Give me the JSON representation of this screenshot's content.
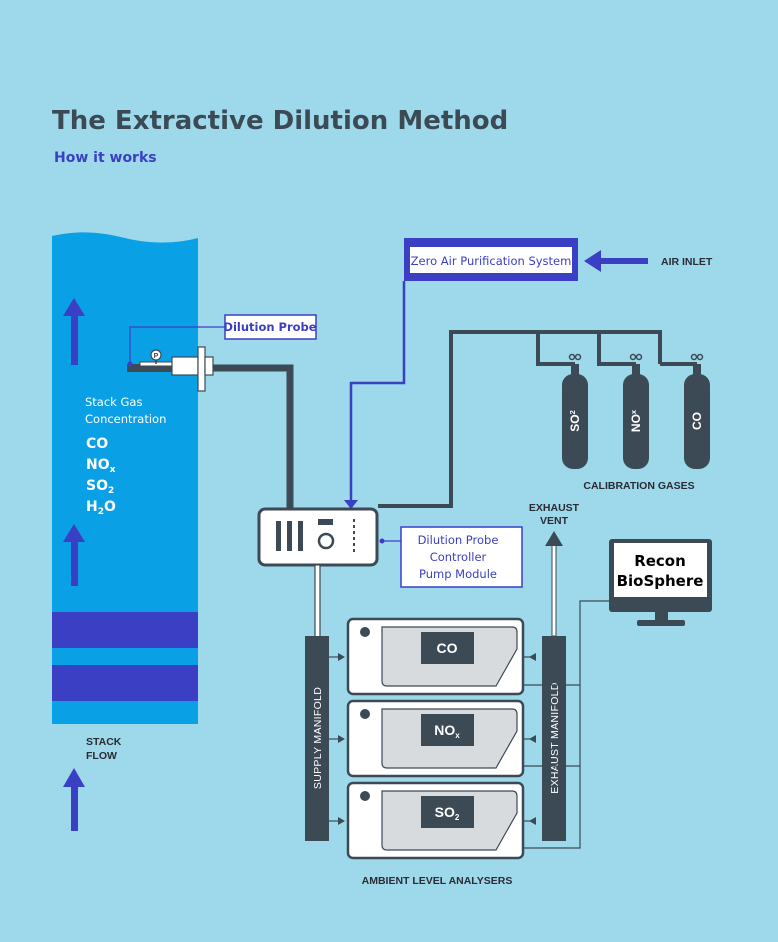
{
  "title": "The Extractive Dilution Method",
  "subtitle": "How it works",
  "stack": {
    "concentration_line1": "Stack Gas",
    "concentration_line2": "Concentration",
    "gases": [
      {
        "base": "CO",
        "sub": ""
      },
      {
        "base": "NO",
        "sub": "x"
      },
      {
        "base": "SO",
        "sub": "2"
      },
      {
        "base": "H",
        "sub": "2",
        "tail": "O"
      }
    ],
    "flow_line1": "STACK",
    "flow_line2": "FLOW"
  },
  "dilution_probe_label": "Dilution Probe",
  "probe_gauge_letter": "P",
  "zero_air_label": "Zero Air Purification System",
  "air_inlet_label": "AIR INLET",
  "controller_label": [
    "Dilution Probe",
    "Controller",
    "Pump Module"
  ],
  "calibration": {
    "label": "CALIBRATION GASES",
    "cylinders": [
      {
        "base": "SO",
        "sub": "2"
      },
      {
        "base": "NO",
        "sub": "x"
      },
      {
        "base": "CO",
        "sub": ""
      }
    ]
  },
  "exhaust_vent": [
    "EXHAUST",
    "VENT"
  ],
  "monitor": [
    "Recon",
    "BioSphere"
  ],
  "supply_manifold": "SUPPLY MANIFOLD",
  "exhaust_manifold": "EXHAUST MANIFOLD",
  "analysers": {
    "label": "AMBIENT LEVEL ANALYSERS",
    "items": [
      {
        "base": "CO",
        "sub": ""
      },
      {
        "base": "NO",
        "sub": "x"
      },
      {
        "base": "SO",
        "sub": "2"
      }
    ]
  },
  "colors": {
    "background": "#9dd9ea",
    "stack": "#0aa0e6",
    "band": "#3b3fc4",
    "accent_blue": "#3b3fc4",
    "equipment": "#3c4a56"
  }
}
